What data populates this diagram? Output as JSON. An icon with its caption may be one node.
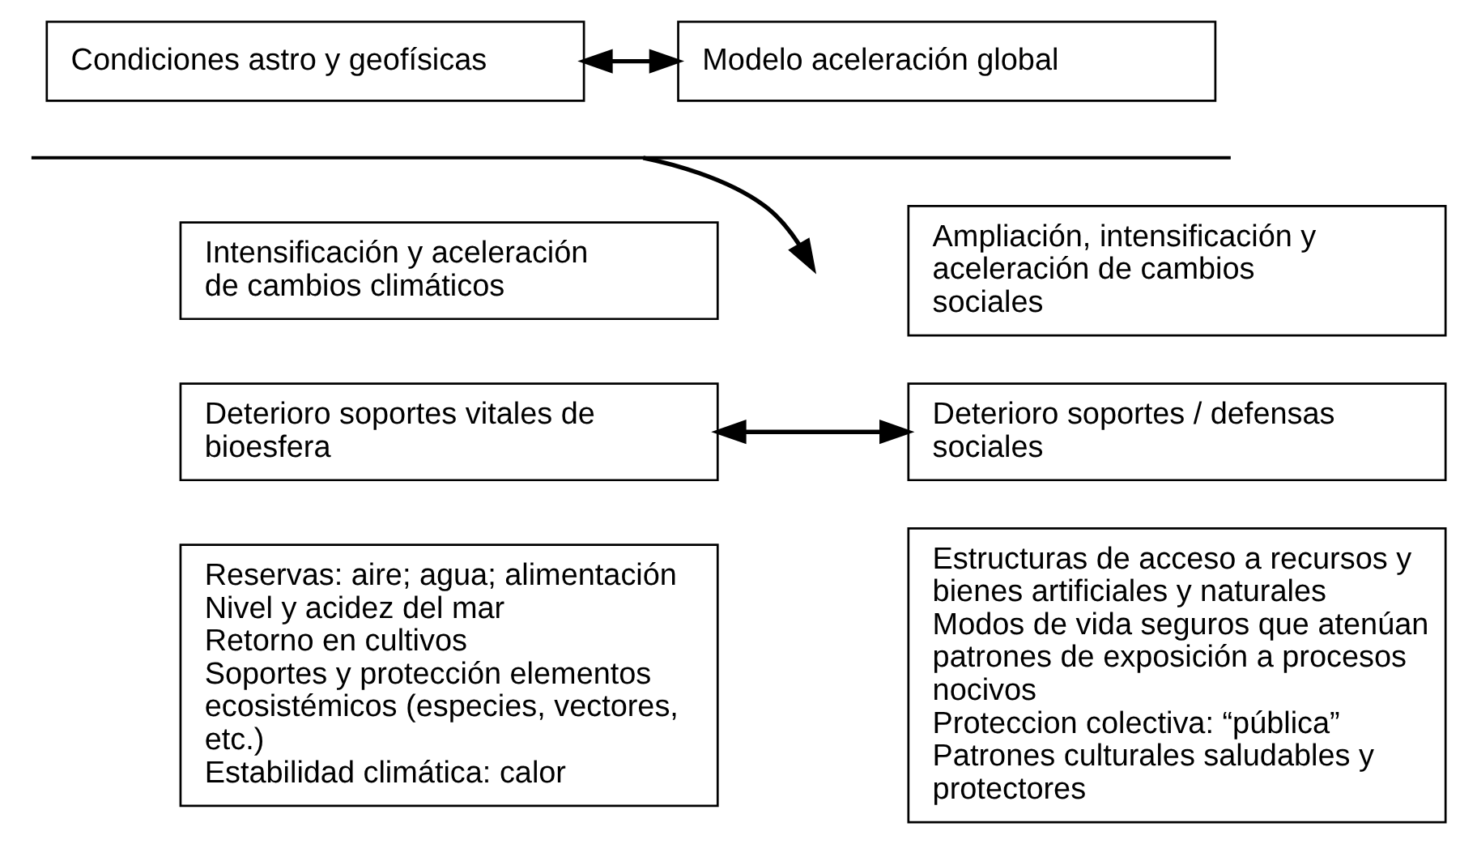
{
  "diagram": {
    "nodes": [
      {
        "text": [
          "Condiciones astro y geofísicas"
        ]
      },
      {
        "text": [
          "Modelo aceleración global"
        ]
      },
      {
        "text": [],
        "shape": "bar"
      },
      {
        "text": [
          "Intensificación y aceleración de cambios climáticos"
        ]
      },
      {
        "text": [
          "Ampliación, intensificación y aceleración de cambios sociales"
        ]
      },
      {
        "text": [
          "Deterioro soportes vitales de bioesfera"
        ]
      },
      {
        "text": [
          "Deterioro soportes / defensas sociales"
        ]
      },
      {
        "text": [
          "Reservas: aire; agua; alimentación",
          "Nivel y acidez del mar",
          "Retorno en cultivos",
          "Soportes y protección elementos ecosistémicos (especies, vectores, etc.)",
          "Estabilidad climática: calor"
        ]
      },
      {
        "text": [
          "Estructuras de acceso a recursos y bienes artificiales y naturales",
          "Modos de vida seguros que atenúan patrones de exposición a procesos nocivos",
          "Proteccion colectiva: “pública”",
          "Patrones culturales saludables y protectores"
        ]
      }
    ],
    "edges": [
      {
        "from": 0,
        "to": 1,
        "arrow": "both"
      },
      {
        "from": 2,
        "to": null,
        "arrow": "to"
      },
      {
        "from": 5,
        "to": 6,
        "arrow": "both"
      }
    ]
  }
}
